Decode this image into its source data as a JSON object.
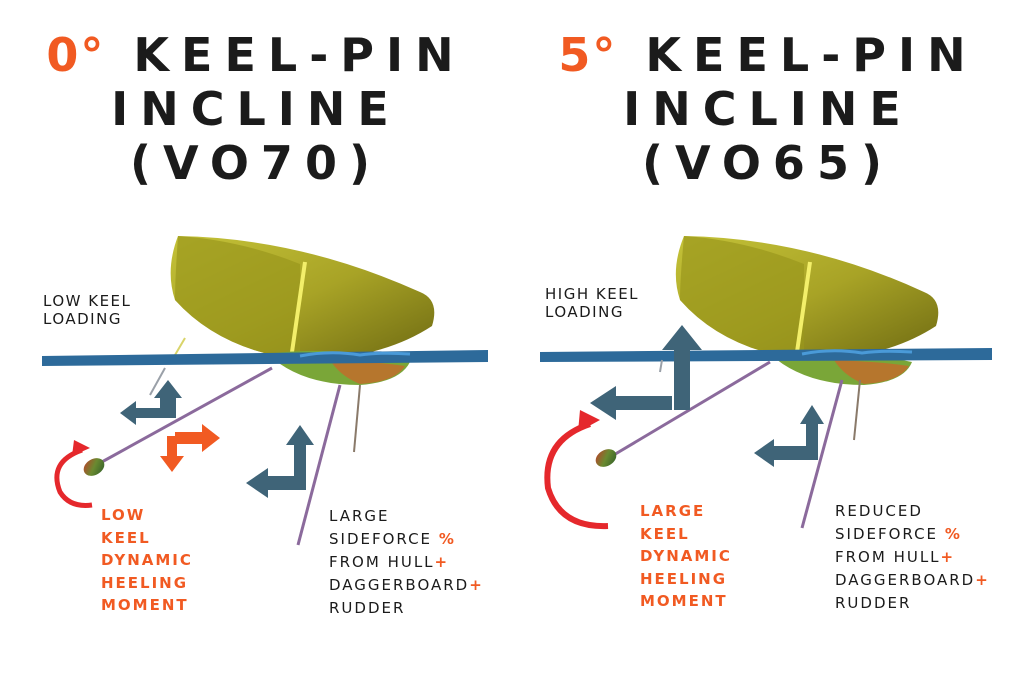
{
  "colors": {
    "accent_orange": "#f15a22",
    "arrow_slate": "#3f6478",
    "hull_olive": "#b3b02a",
    "water_blue": "#2d6a9a",
    "moment_red": "#e5282c",
    "text_dark": "#1b1b1b"
  },
  "panels": [
    {
      "title_degree": "0°",
      "title_line1": "KEEL-PIN",
      "title_line2": "INCLINE",
      "title_line3": "(VO70)",
      "keel_loading": [
        "LOW KEEL",
        "LOADING"
      ],
      "moment": [
        "LOW",
        "KEEL",
        "DYNAMIC",
        "HEELING",
        "MOMENT"
      ],
      "sideforce": [
        "LARGE",
        "SIDEFORCE",
        "%",
        "FROM HULL",
        "+",
        "DAGGERBOARD",
        "+",
        "RUDDER"
      ]
    },
    {
      "title_degree": "5°",
      "title_line1": "KEEL-PIN",
      "title_line2": "INCLINE",
      "title_line3": "(VO65)",
      "keel_loading": [
        "HIGH KEEL",
        "LOADING"
      ],
      "moment": [
        "LARGE",
        "KEEL",
        "DYNAMIC",
        "HEELING",
        "MOMENT"
      ],
      "sideforce": [
        "REDUCED",
        "SIDEFORCE",
        "%",
        "FROM HULL",
        "+",
        "DAGGERBOARD",
        "+",
        "RUDDER"
      ]
    }
  ]
}
